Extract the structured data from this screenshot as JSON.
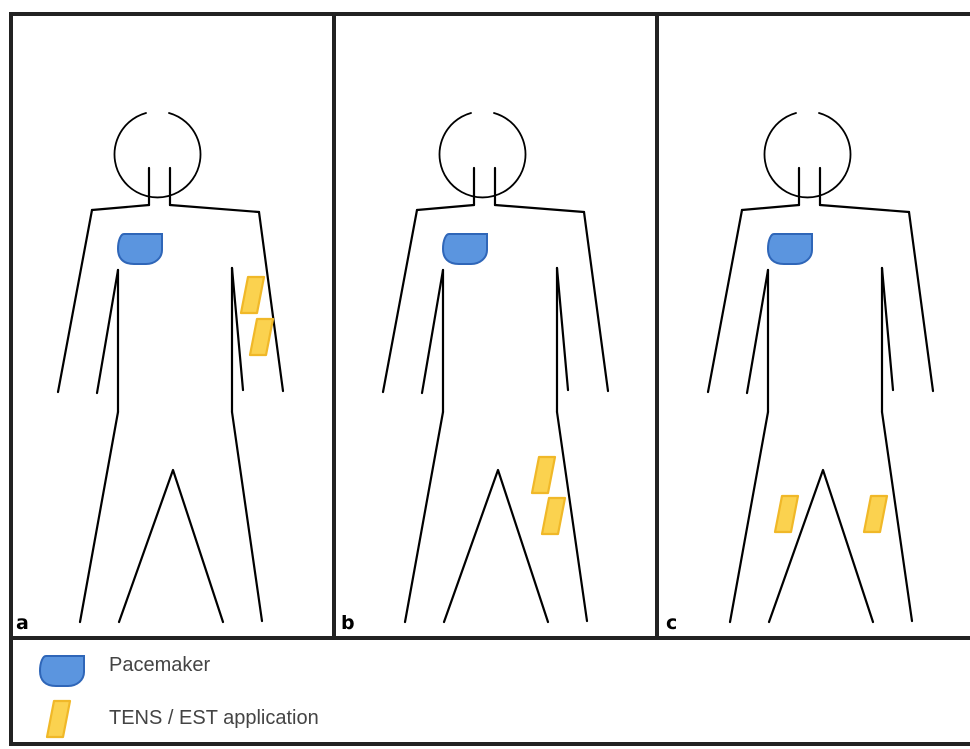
{
  "panels": [
    {
      "letter": "a",
      "electrode_site": "left-arm"
    },
    {
      "letter": "b",
      "electrode_site": "left-thigh"
    },
    {
      "letter": "c",
      "electrode_site": "both-thighs"
    }
  ],
  "legend": {
    "pacemaker_label": "Pacemaker",
    "electrode_label": "TENS / EST application"
  },
  "colors": {
    "pacemaker_fill": "#5b95df",
    "pacemaker_stroke": "#2f66b8",
    "electrode_fill": "#fbd24f",
    "electrode_stroke": "#f0b828",
    "frame": "#222222"
  }
}
